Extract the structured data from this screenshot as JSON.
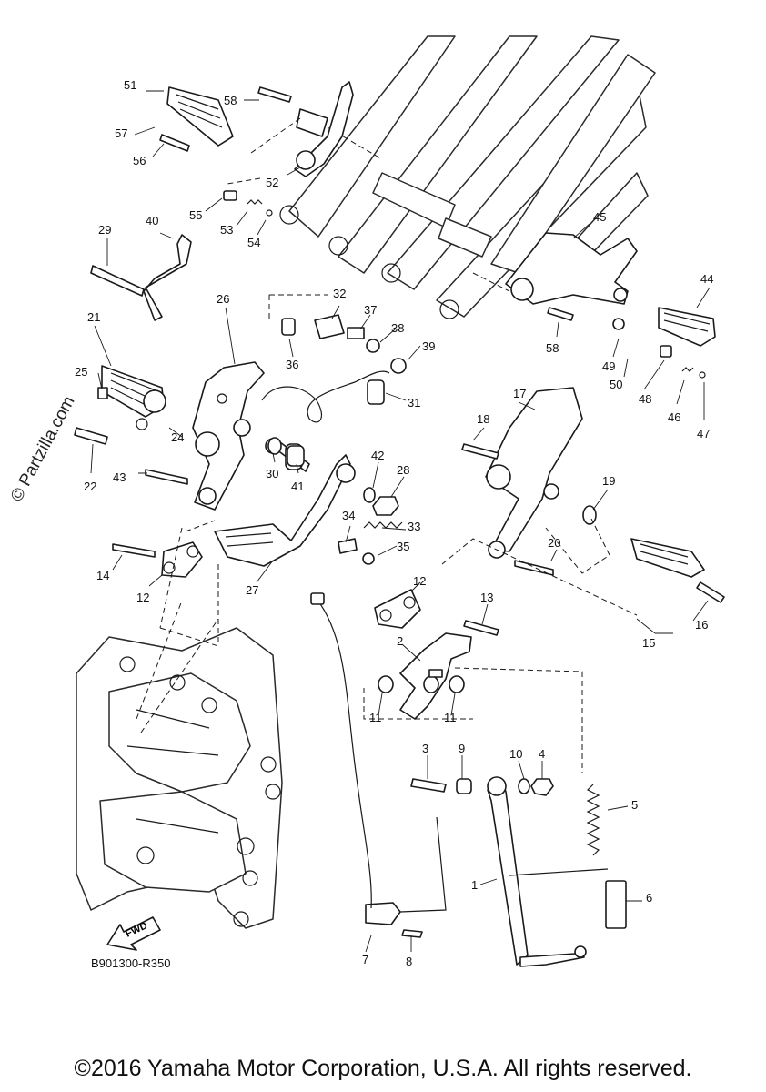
{
  "watermark": "© Partzilla.com",
  "diagram_code": "B901300-R350",
  "fwd_label": "FWD",
  "copyright": "©2016 Yamaha Motor Corporation, U.S.A. All rights reserved.",
  "callouts": [
    "51",
    "58",
    "57",
    "56",
    "52",
    "55",
    "53",
    "54",
    "29",
    "40",
    "26",
    "32",
    "37",
    "38",
    "39",
    "36",
    "31",
    "21",
    "25",
    "24",
    "22",
    "43",
    "30",
    "41",
    "42",
    "28",
    "34",
    "33",
    "35",
    "14",
    "12",
    "27",
    "45",
    "44",
    "58",
    "49",
    "50",
    "48",
    "46",
    "47",
    "17",
    "18",
    "19",
    "20",
    "16",
    "15",
    "12",
    "13",
    "2",
    "11",
    "11",
    "3",
    "9",
    "10",
    "4",
    "5",
    "1",
    "6",
    "7",
    "8"
  ]
}
